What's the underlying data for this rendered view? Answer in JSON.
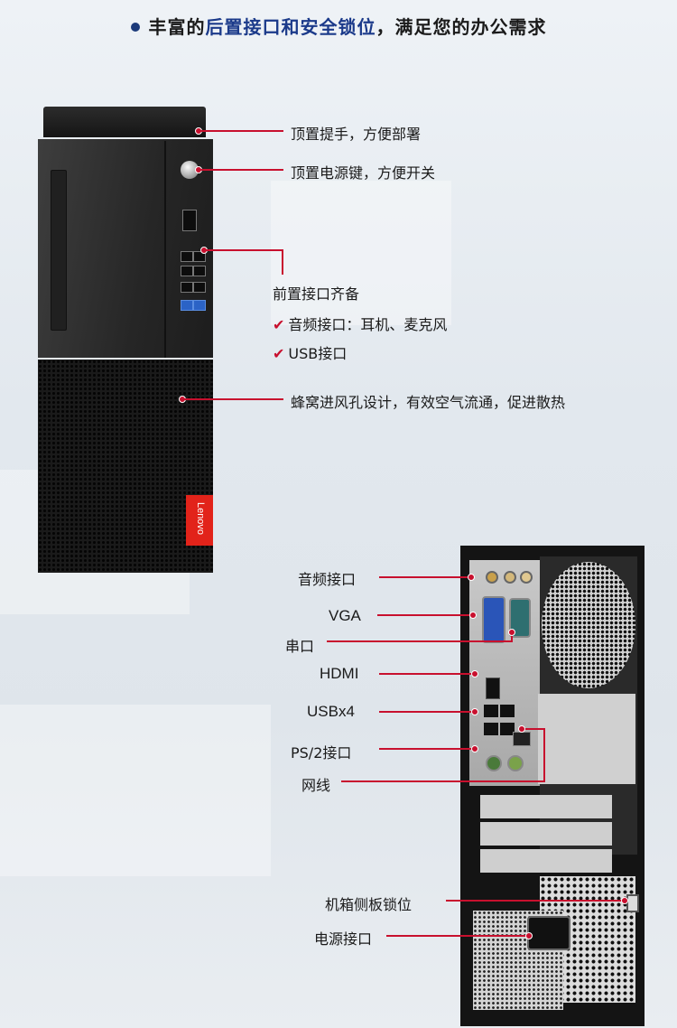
{
  "header": {
    "part1": "丰富的",
    "highlight": "后置接口和安全锁位",
    "part2": "，满足您的办公需求"
  },
  "front_callouts": {
    "handle": "顶置提手，方便部署",
    "power": "顶置电源键，方便开关",
    "ports_title": "前置接口齐备",
    "audio": "音频接口：耳机、麦克风",
    "usb": "USB接口",
    "mesh": "蜂窝进风孔设计，有效空气流通，促进散热"
  },
  "rear_callouts": {
    "audio": "音频接口",
    "vga": "VGA",
    "serial": "串口",
    "hdmi": "HDMI",
    "usb": "USBx4",
    "ps2": "PS/2接口",
    "lan": "网线",
    "lock": "机箱侧板锁位",
    "power": "电源接口"
  },
  "brand": {
    "logo": "Lenovo"
  },
  "colors": {
    "accent": "#c8102e",
    "header_highlight": "#1b3a8a",
    "bullet": "#1b3a7a",
    "logo_bg": "#e2231a"
  }
}
